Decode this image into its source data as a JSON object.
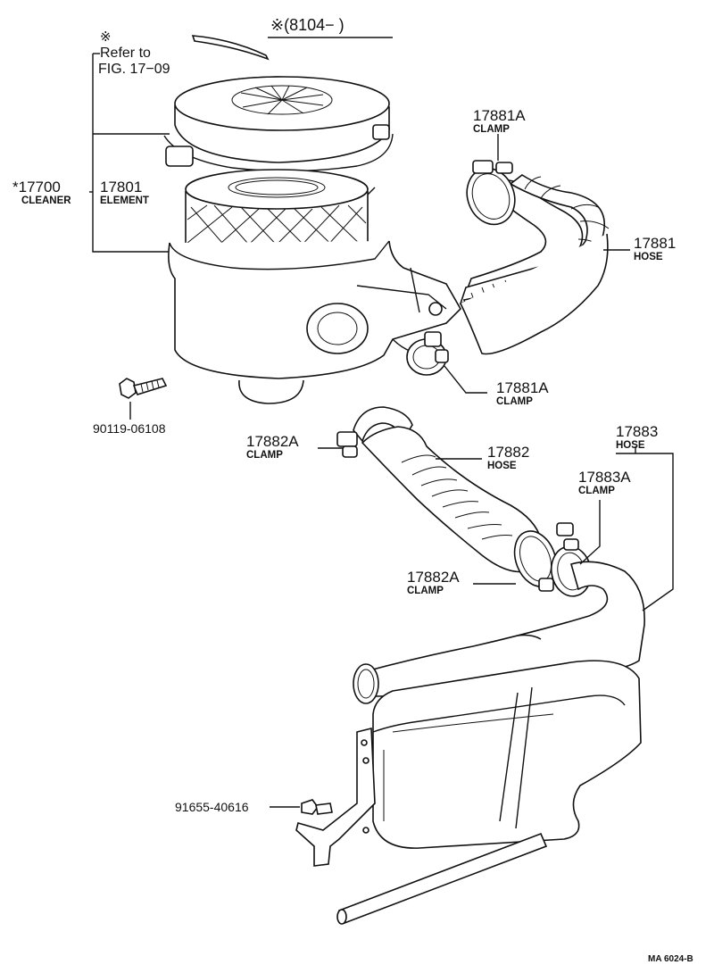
{
  "header": {
    "range": "※(8104−      )",
    "refer_mark": "※",
    "refer_line1": "Refer to",
    "refer_line2": "FIG. 17−09"
  },
  "parts": [
    {
      "id": "p17700",
      "number": "*17700",
      "name": "CLEANER"
    },
    {
      "id": "p17801",
      "number": "17801",
      "name": "ELEMENT"
    },
    {
      "id": "p17881A_top",
      "number": "17881A",
      "name": "CLAMP"
    },
    {
      "id": "p17881",
      "number": "17881",
      "name": "HOSE"
    },
    {
      "id": "p17881A_bot",
      "number": "17881A",
      "name": "CLAMP"
    },
    {
      "id": "p90119",
      "number": "90119-06108",
      "name": ""
    },
    {
      "id": "p17882A_top",
      "number": "17882A",
      "name": "CLAMP"
    },
    {
      "id": "p17882",
      "number": "17882",
      "name": "HOSE"
    },
    {
      "id": "p17883",
      "number": "17883",
      "name": "HOSE"
    },
    {
      "id": "p17883A",
      "number": "17883A",
      "name": "CLAMP"
    },
    {
      "id": "p17882A_bot",
      "number": "17882A",
      "name": "CLAMP"
    },
    {
      "id": "p91655",
      "number": "91655-40616",
      "name": ""
    }
  ],
  "footer": {
    "code": "MA 6024-B"
  }
}
